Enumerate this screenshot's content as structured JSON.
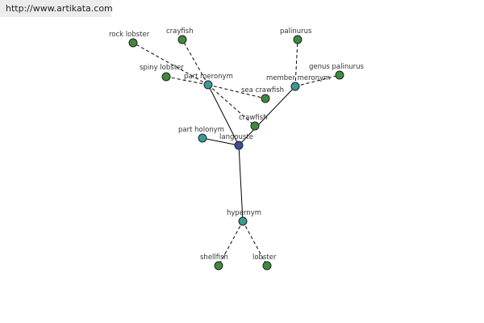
{
  "source_url": "http://www.artikata.com",
  "colors": {
    "center_node": "#3d4c9e",
    "relation_node": "#3a9a96",
    "term_node": "#3f8a3f",
    "edge": "#000000"
  },
  "nodes": [
    {
      "id": "langouste",
      "label": "langouste",
      "kind": "center"
    },
    {
      "id": "part_meronym",
      "label": "part meronym",
      "kind": "relation"
    },
    {
      "id": "member_meronym",
      "label": "member meronym",
      "kind": "relation"
    },
    {
      "id": "part_holonym",
      "label": "part holonym",
      "kind": "relation"
    },
    {
      "id": "hypernym",
      "label": "hypernym",
      "kind": "relation"
    },
    {
      "id": "rock_lobster",
      "label": "rock lobster",
      "kind": "term"
    },
    {
      "id": "crayfish",
      "label": "crayfish",
      "kind": "term"
    },
    {
      "id": "spiny_lobster",
      "label": "spiny lobster",
      "kind": "term"
    },
    {
      "id": "sea_crawfish",
      "label": "sea crawfish",
      "kind": "term"
    },
    {
      "id": "crawfish",
      "label": "crawfish",
      "kind": "term"
    },
    {
      "id": "palinurus",
      "label": "palinurus",
      "kind": "term"
    },
    {
      "id": "genus_palinurus",
      "label": "genus palinurus",
      "kind": "term"
    },
    {
      "id": "shellfish",
      "label": "shellfish",
      "kind": "term"
    },
    {
      "id": "lobster",
      "label": "lobster",
      "kind": "term"
    }
  ],
  "edges": [
    {
      "from": "langouste",
      "to": "part_meronym",
      "style": "solid"
    },
    {
      "from": "langouste",
      "to": "member_meronym",
      "style": "solid"
    },
    {
      "from": "langouste",
      "to": "part_holonym",
      "style": "solid"
    },
    {
      "from": "langouste",
      "to": "hypernym",
      "style": "solid"
    },
    {
      "from": "part_meronym",
      "to": "rock_lobster",
      "style": "dashed"
    },
    {
      "from": "part_meronym",
      "to": "crayfish",
      "style": "dashed"
    },
    {
      "from": "part_meronym",
      "to": "spiny_lobster",
      "style": "dashed"
    },
    {
      "from": "part_meronym",
      "to": "sea_crawfish",
      "style": "dashed"
    },
    {
      "from": "part_meronym",
      "to": "crawfish",
      "style": "dashed"
    },
    {
      "from": "member_meronym",
      "to": "palinurus",
      "style": "dashed"
    },
    {
      "from": "member_meronym",
      "to": "genus_palinurus",
      "style": "dashed"
    },
    {
      "from": "hypernym",
      "to": "shellfish",
      "style": "dashed"
    },
    {
      "from": "hypernym",
      "to": "lobster",
      "style": "dashed"
    }
  ]
}
